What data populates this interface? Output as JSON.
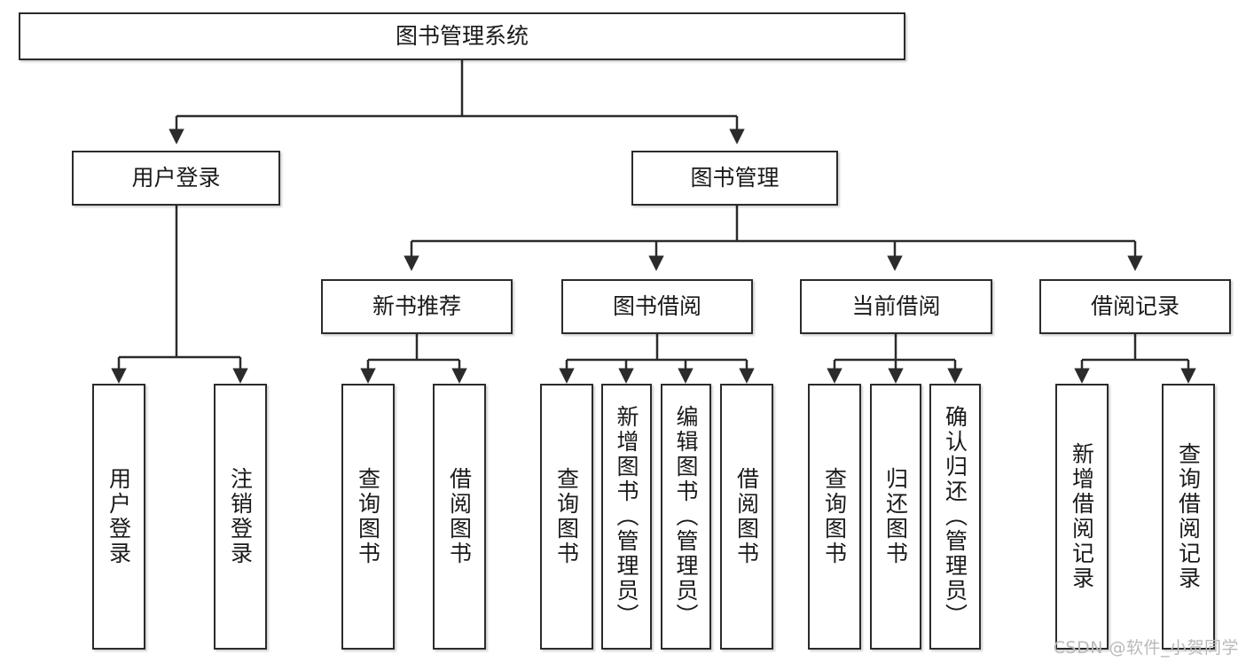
{
  "diagram": {
    "type": "tree",
    "title": "图书管理系统",
    "watermark": "CSDN @软件_小贺同学",
    "colors": {
      "box_border": "#2b2b2b",
      "box_fill": "#ffffff",
      "edge": "#2b2b2b",
      "text": "#1a1a1a",
      "watermark": "#b9b9b9",
      "background": "#ffffff"
    },
    "levels": {
      "root": {
        "label": "图书管理系统"
      },
      "level2": [
        {
          "label": "用户登录"
        },
        {
          "label": "图书管理"
        }
      ],
      "level3": [
        {
          "label": "新书推荐"
        },
        {
          "label": "图书借阅"
        },
        {
          "label": "当前借阅"
        },
        {
          "label": "借阅记录"
        }
      ],
      "leaves": [
        {
          "label": "用户登录",
          "parent": "用户登录"
        },
        {
          "label": "注销登录",
          "parent": "用户登录"
        },
        {
          "label": "查询图书",
          "parent": "新书推荐"
        },
        {
          "label": "借阅图书",
          "parent": "新书推荐"
        },
        {
          "label": "查询图书",
          "parent": "图书借阅"
        },
        {
          "label": "新增图书（管理员）",
          "parent": "图书借阅"
        },
        {
          "label": "编辑图书（管理员）",
          "parent": "图书借阅"
        },
        {
          "label": "借阅图书",
          "parent": "图书借阅"
        },
        {
          "label": "查询图书",
          "parent": "当前借阅"
        },
        {
          "label": "归还图书",
          "parent": "当前借阅"
        },
        {
          "label": "确认归还（管理员）",
          "parent": "当前借阅"
        },
        {
          "label": "新增借阅记录",
          "parent": "借阅记录"
        },
        {
          "label": "查询借阅记录",
          "parent": "借阅记录"
        }
      ]
    }
  }
}
